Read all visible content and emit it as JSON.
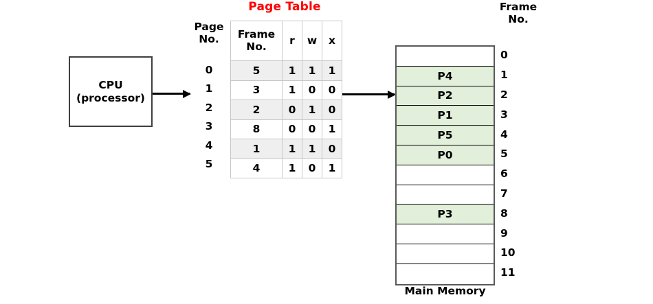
{
  "cpu": {
    "line1": "CPU",
    "line2": "(processor)"
  },
  "page_table": {
    "title": "Page Table",
    "page_no_header_line1": "Page",
    "page_no_header_line2": "No.",
    "columns": {
      "frame_line1": "Frame",
      "frame_line2": "No.",
      "r": "r",
      "w": "w",
      "x": "x"
    },
    "rows": [
      {
        "page_no": "0",
        "frame_no": "5",
        "r": "1",
        "w": "1",
        "x": "1"
      },
      {
        "page_no": "1",
        "frame_no": "3",
        "r": "1",
        "w": "0",
        "x": "0"
      },
      {
        "page_no": "2",
        "frame_no": "2",
        "r": "0",
        "w": "1",
        "x": "0"
      },
      {
        "page_no": "3",
        "frame_no": "8",
        "r": "0",
        "w": "0",
        "x": "1"
      },
      {
        "page_no": "4",
        "frame_no": "1",
        "r": "1",
        "w": "1",
        "x": "0"
      },
      {
        "page_no": "5",
        "frame_no": "4",
        "r": "1",
        "w": "0",
        "x": "1"
      }
    ]
  },
  "main_memory": {
    "frame_no_header_line1": "Frame",
    "frame_no_header_line2": "No.",
    "label": "Main Memory",
    "frames": [
      {
        "frame_no": "0",
        "content": ""
      },
      {
        "frame_no": "1",
        "content": "P4"
      },
      {
        "frame_no": "2",
        "content": "P2"
      },
      {
        "frame_no": "3",
        "content": "P1"
      },
      {
        "frame_no": "4",
        "content": "P5"
      },
      {
        "frame_no": "5",
        "content": "P0"
      },
      {
        "frame_no": "6",
        "content": ""
      },
      {
        "frame_no": "7",
        "content": ""
      },
      {
        "frame_no": "8",
        "content": "P3"
      },
      {
        "frame_no": "9",
        "content": ""
      },
      {
        "frame_no": "10",
        "content": ""
      },
      {
        "frame_no": "11",
        "content": ""
      }
    ]
  },
  "colors": {
    "title_red": "#ff0000",
    "occupied_frame_green": "#e2efda",
    "shaded_row_gray": "#efefef"
  }
}
